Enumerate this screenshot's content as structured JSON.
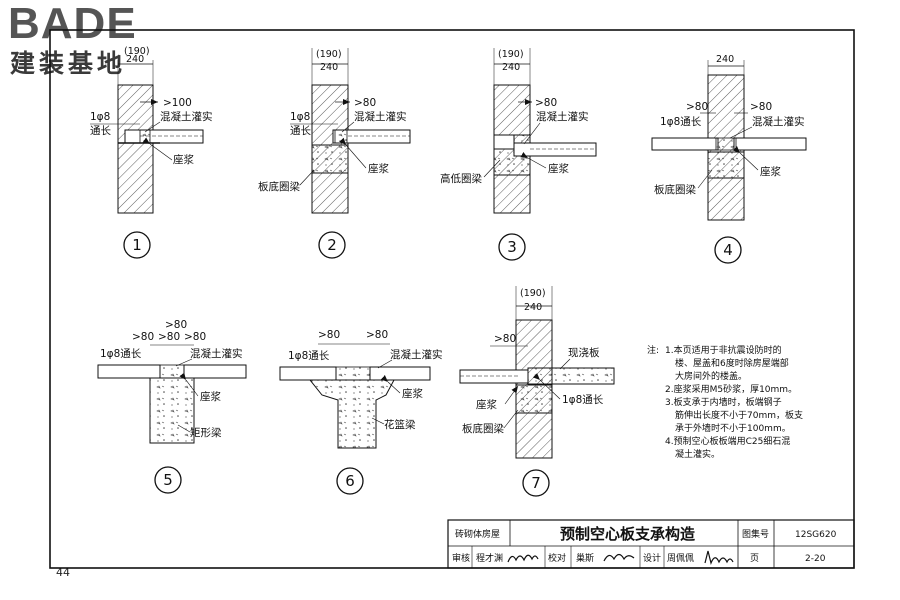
{
  "brand": {
    "logo_text": "BADE",
    "logo_subtitle": "建装基地"
  },
  "page_number": "44",
  "details": [
    {
      "number": "1",
      "labels": {
        "dim_top": "(190)",
        "dim_bottom": "240",
        "bar": "1φ8",
        "bar2": "通长",
        "edge": ">100",
        "fill": "混凝土灌实",
        "mortar": "座浆"
      }
    },
    {
      "number": "2",
      "labels": {
        "dim_top": "(190)",
        "dim_bottom": "240",
        "edge": ">80",
        "bar": "1φ8",
        "bar2": "通长",
        "fill": "混凝土灌实",
        "mortar": "座浆",
        "beam": "板底圈梁"
      }
    },
    {
      "number": "3",
      "labels": {
        "dim_top": "(190)",
        "dim_bottom": "240",
        "edge": ">80",
        "fill": "混凝土灌实",
        "beam": "高低圈梁",
        "mortar": "座浆"
      }
    },
    {
      "number": "4",
      "labels": {
        "dim": "240",
        "edge_left": ">80",
        "edge_right": ">80",
        "bar": "1φ8通长",
        "fill": "混凝土灌实",
        "beam": "板底圈梁",
        "mortar": "座浆"
      }
    },
    {
      "number": "5",
      "labels": {
        "e1": ">80",
        "e2": ">80",
        "e3": ">80",
        "e4": ">80",
        "bar": "1φ8通长",
        "fill": "混凝土灌实",
        "mortar": "座浆",
        "beam": "矩形梁"
      }
    },
    {
      "number": "6",
      "labels": {
        "e1": ">80",
        "e2": ">80",
        "bar": "1φ8通长",
        "fill": "混凝土灌实",
        "mortar": "座浆",
        "beam": "花篮梁"
      }
    },
    {
      "number": "7",
      "labels": {
        "dim_top": "(190)",
        "dim_bottom": "240",
        "edge": ">80",
        "slab": "现浇板",
        "mortar": "座浆",
        "bar": "1φ8通长",
        "beam": "板底圈梁"
      }
    }
  ],
  "notes": {
    "heading": "注:",
    "lines": [
      "1.本页适用于非抗震设防时的",
      "楼、屋盖和6度时除房屋端部",
      "大房间外的楼盖。",
      "2.座浆采用M5砂浆，厚10mm。",
      "3.板支承于内墙时，板端钢子",
      "筋伸出长度不小于70mm，板支",
      "承于外墙时不小于100mm。",
      "4.预制空心板板端用C25细石混",
      "凝土灌实。"
    ]
  },
  "title_block": {
    "category": "砖砌体房屋",
    "title": "预制空心板支承构造",
    "atlas_label": "图集号",
    "atlas_no": "12SG620",
    "review_label": "审核",
    "reviewer": "程才渊",
    "check_label": "校对",
    "checker": "巢斯",
    "design_label": "设计",
    "designer": "周佩佩",
    "page_label": "页",
    "page_no": "2-20"
  }
}
